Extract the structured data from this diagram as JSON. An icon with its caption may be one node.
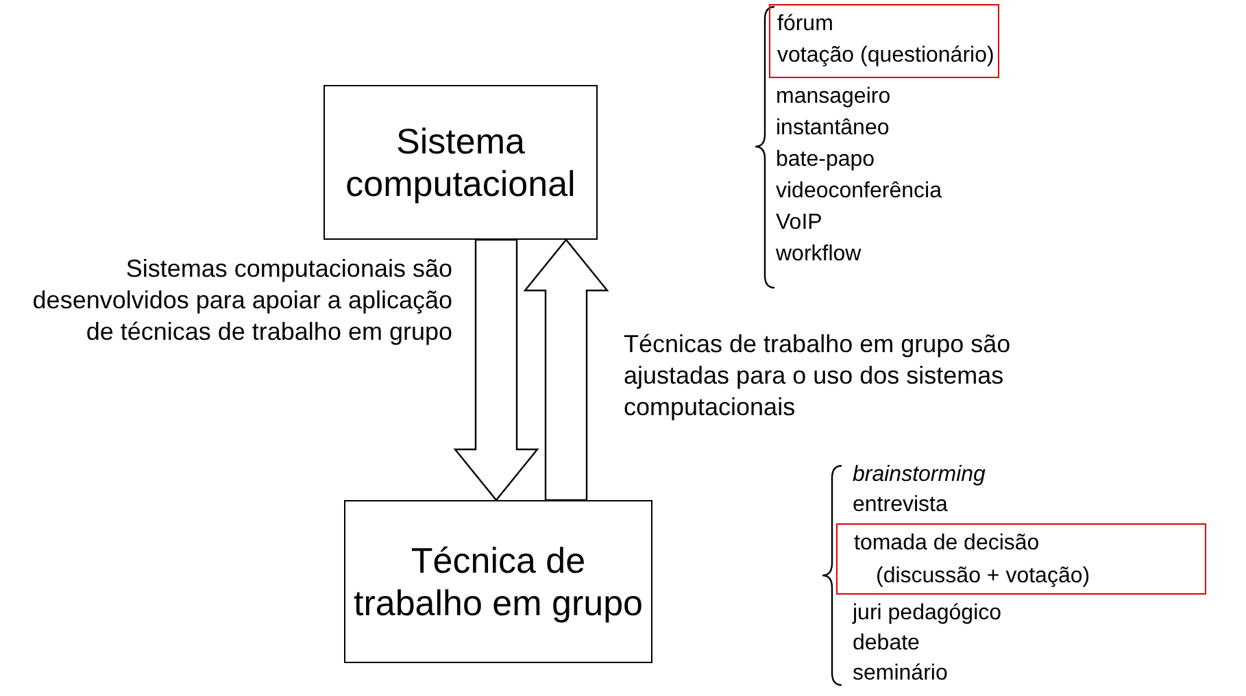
{
  "diagram": {
    "nodes": [
      {
        "text": [
          "Sistema computacional"
        ]
      },
      {
        "text": [
          "Técnica de trabalho em grupo"
        ]
      },
      {
        "text": [
          "fórum",
          "votação (questionário)"
        ]
      },
      {
        "text": [
          "tomada de decisão (discussão + votação)"
        ]
      }
    ],
    "edges": [
      {
        "from": 0,
        "to": 1,
        "arrow": "to",
        "label": "Sistemas computacionais são desenvolvidos para apoiar a aplicação de técnicas de trabalho em grupo"
      },
      {
        "from": 1,
        "to": 0,
        "arrow": "to",
        "label": "Técnicas de trabalho em grupo são ajustadas para o uso dos sistemas computacionais"
      }
    ],
    "labels": [
      "mansageiro",
      "instantâneo",
      "bate-papo",
      "videoconferência",
      "VoIP",
      "workflow",
      "brainstorming",
      "entrevista",
      "juri pedagógico",
      "debate",
      "seminário"
    ]
  }
}
